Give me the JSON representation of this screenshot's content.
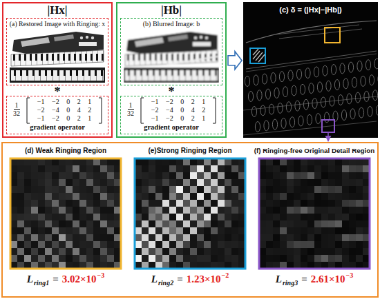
{
  "diagram": {
    "nodes": [
      {
        "text": [
          "|Hx|"
        ]
      },
      {
        "text": [
          "(a) Restored Image with Ringing: x"
        ],
        "in": 0
      },
      {
        "text": [
          "gradient operator"
        ],
        "in": 0
      },
      {
        "text": [
          "|Hb|"
        ]
      },
      {
        "text": [
          "(b) Blurred Image: b"
        ],
        "in": 3
      },
      {
        "text": [
          "gradient operator"
        ],
        "in": 3
      },
      {
        "text": [
          "(c) δ = (|Hx|−|Hb|)"
        ]
      },
      {
        "text": [
          "(d) Weak Ringing Region"
        ]
      },
      {
        "text": [
          "(e)Strong Ringing Region"
        ]
      },
      {
        "text": [
          "(f) Ringing-free Original Detail Region"
        ]
      }
    ],
    "edges": [
      {
        "from": 3,
        "to": 6,
        "arrow": "to"
      }
    ],
    "labels": [
      "*",
      "1",
      "32",
      "−1 −2 0 2 1",
      "−2 −4 0 4 2",
      "−1 −2 0 2 1",
      "*",
      "1",
      "32",
      "−1 −2 0 2 1",
      "−2 −4 0 4 2",
      "−1 −2 0 2 1",
      "L",
      "ring1",
      "=",
      "3.02×10",
      "−3",
      "L",
      "ring2",
      "=",
      "1.23×10",
      "−2",
      "L",
      "ring3",
      "=",
      "2.61×10",
      "−3"
    ]
  }
}
